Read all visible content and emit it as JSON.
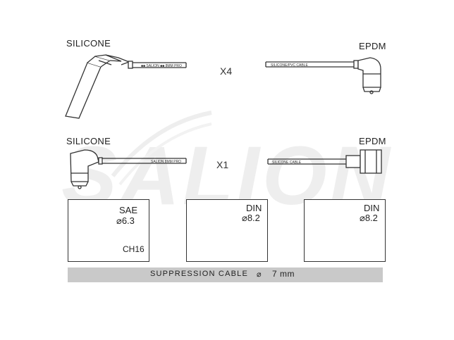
{
  "watermark": {
    "text": "SALION"
  },
  "row1": {
    "left_label": "SILICONE",
    "right_label": "EPDM",
    "multiplier": "X4"
  },
  "row2": {
    "left_label": "SILICONE",
    "right_label": "EPDM",
    "multiplier": "X1"
  },
  "box1": {
    "title": "SAE",
    "size": "⌀6.3",
    "code": "CH16"
  },
  "box2": {
    "title": "DIN",
    "size": "⌀8.2"
  },
  "box3": {
    "title": "DIN",
    "size": "⌀8.2"
  },
  "footer": {
    "label": "SUPPRESSION CABLE",
    "dia_symbol": "⌀",
    "size": "7 mm"
  },
  "colors": {
    "line": "#333333",
    "watermark": "#eeeeee",
    "bar": "#c9c9c9"
  }
}
